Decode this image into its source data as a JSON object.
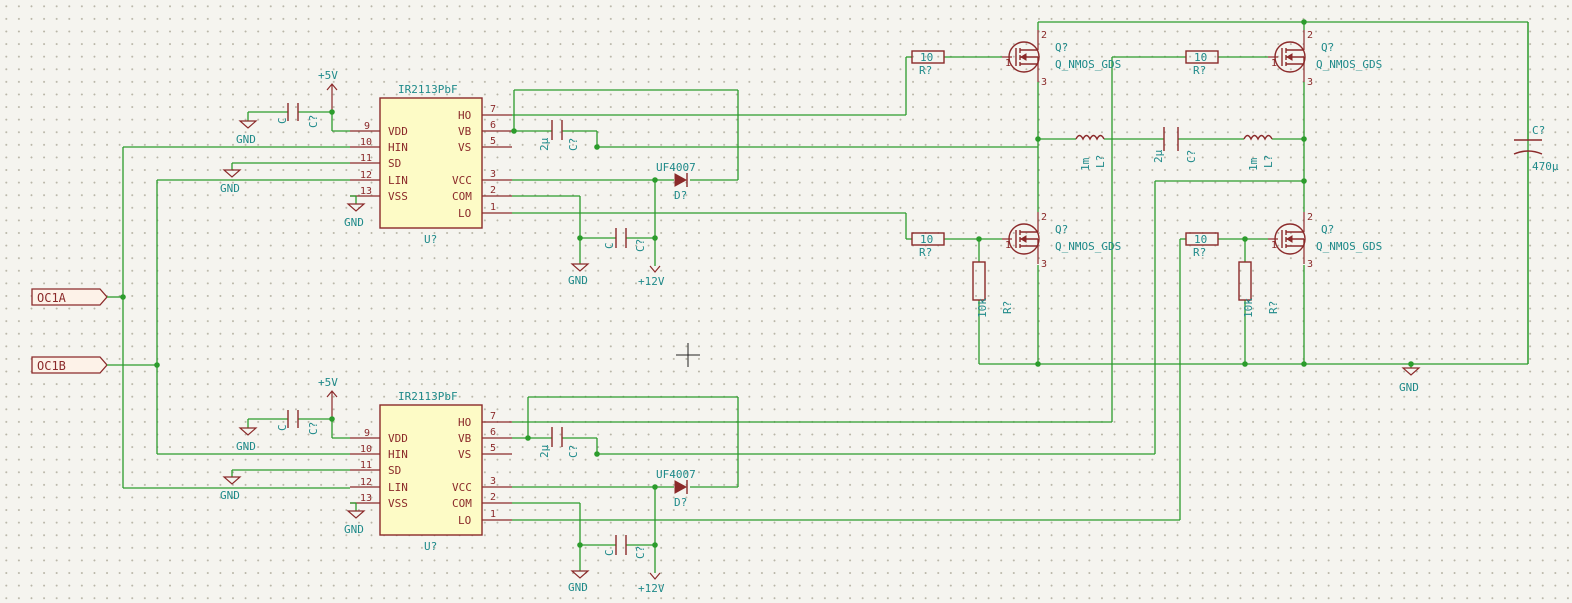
{
  "labels": {
    "ic": "IR2113PbF",
    "ic_ref": "U?",
    "cap": "C",
    "cap_ref": "C?",
    "cap_2u": "2μ",
    "cap_470u": "470μ",
    "res_10": "10",
    "res_10k": "10k",
    "res_ref": "R?",
    "ind_1m": "1m",
    "ind_ref": "L?",
    "diode": "UF4007",
    "diode_ref": "D?",
    "q_ref": "Q?",
    "q_val": "Q_NMOS_GDS",
    "gnd": "GND",
    "p5v": "+5V",
    "p12v": "+12V",
    "oc1a": "OC1A",
    "oc1b": "OC1B"
  },
  "ic_pins_left": [
    {
      "num": "9",
      "name": "VDD"
    },
    {
      "num": "10",
      "name": "HIN"
    },
    {
      "num": "11",
      "name": "SD"
    },
    {
      "num": "12",
      "name": "LIN"
    },
    {
      "num": "13",
      "name": "VSS"
    }
  ],
  "ic_pins_right": [
    {
      "num": "7",
      "name": "HO"
    },
    {
      "num": "6",
      "name": "VB"
    },
    {
      "num": "5",
      "name": "VS"
    },
    {
      "num": "3",
      "name": "VCC"
    },
    {
      "num": "2",
      "name": "COM"
    },
    {
      "num": "1",
      "name": "LO"
    }
  ],
  "mosfet_pins": {
    "g": "1",
    "d": "2",
    "s": "3"
  },
  "colors": {
    "wire": "#2c9c2c",
    "component": "#8b2a2a",
    "text": "#1f8a8a",
    "body": "#fdfbc6"
  }
}
